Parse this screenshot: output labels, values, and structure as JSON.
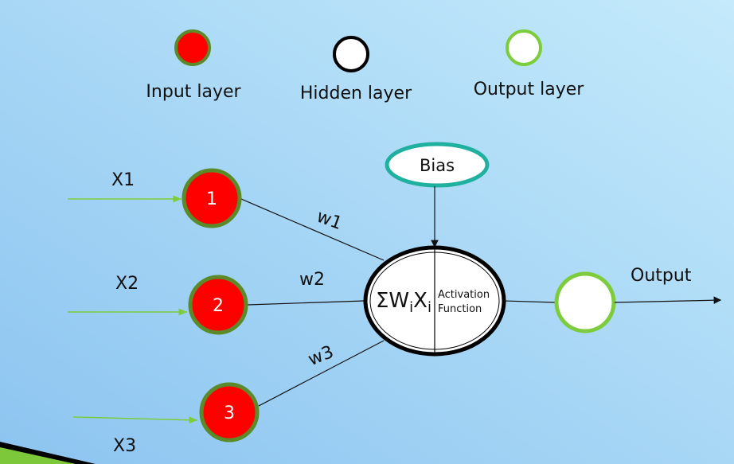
{
  "legend": [
    {
      "label": "Input layer",
      "type": "input"
    },
    {
      "label": "Hidden layer",
      "type": "hidden"
    },
    {
      "label": "Output layer",
      "type": "output"
    }
  ],
  "inputs": [
    {
      "label": "X1",
      "node": "1",
      "weight": "w1"
    },
    {
      "label": "X2",
      "node": "2",
      "weight": "w2"
    },
    {
      "label": "X3",
      "node": "3",
      "weight": "w3"
    }
  ],
  "bias": "Bias",
  "neuron": {
    "sum": "ΣW",
    "sub_i": "i",
    "x": "X",
    "activation_line1": "Activation",
    "activation_line2": "Function"
  },
  "output_label": "Output",
  "colors": {
    "input_fill": "#ff0000",
    "input_ring": "#5a8a2a",
    "output_ring": "#7ccc3c",
    "bias_ring": "#20b0a0",
    "arrow_green": "#7ccc3c"
  }
}
